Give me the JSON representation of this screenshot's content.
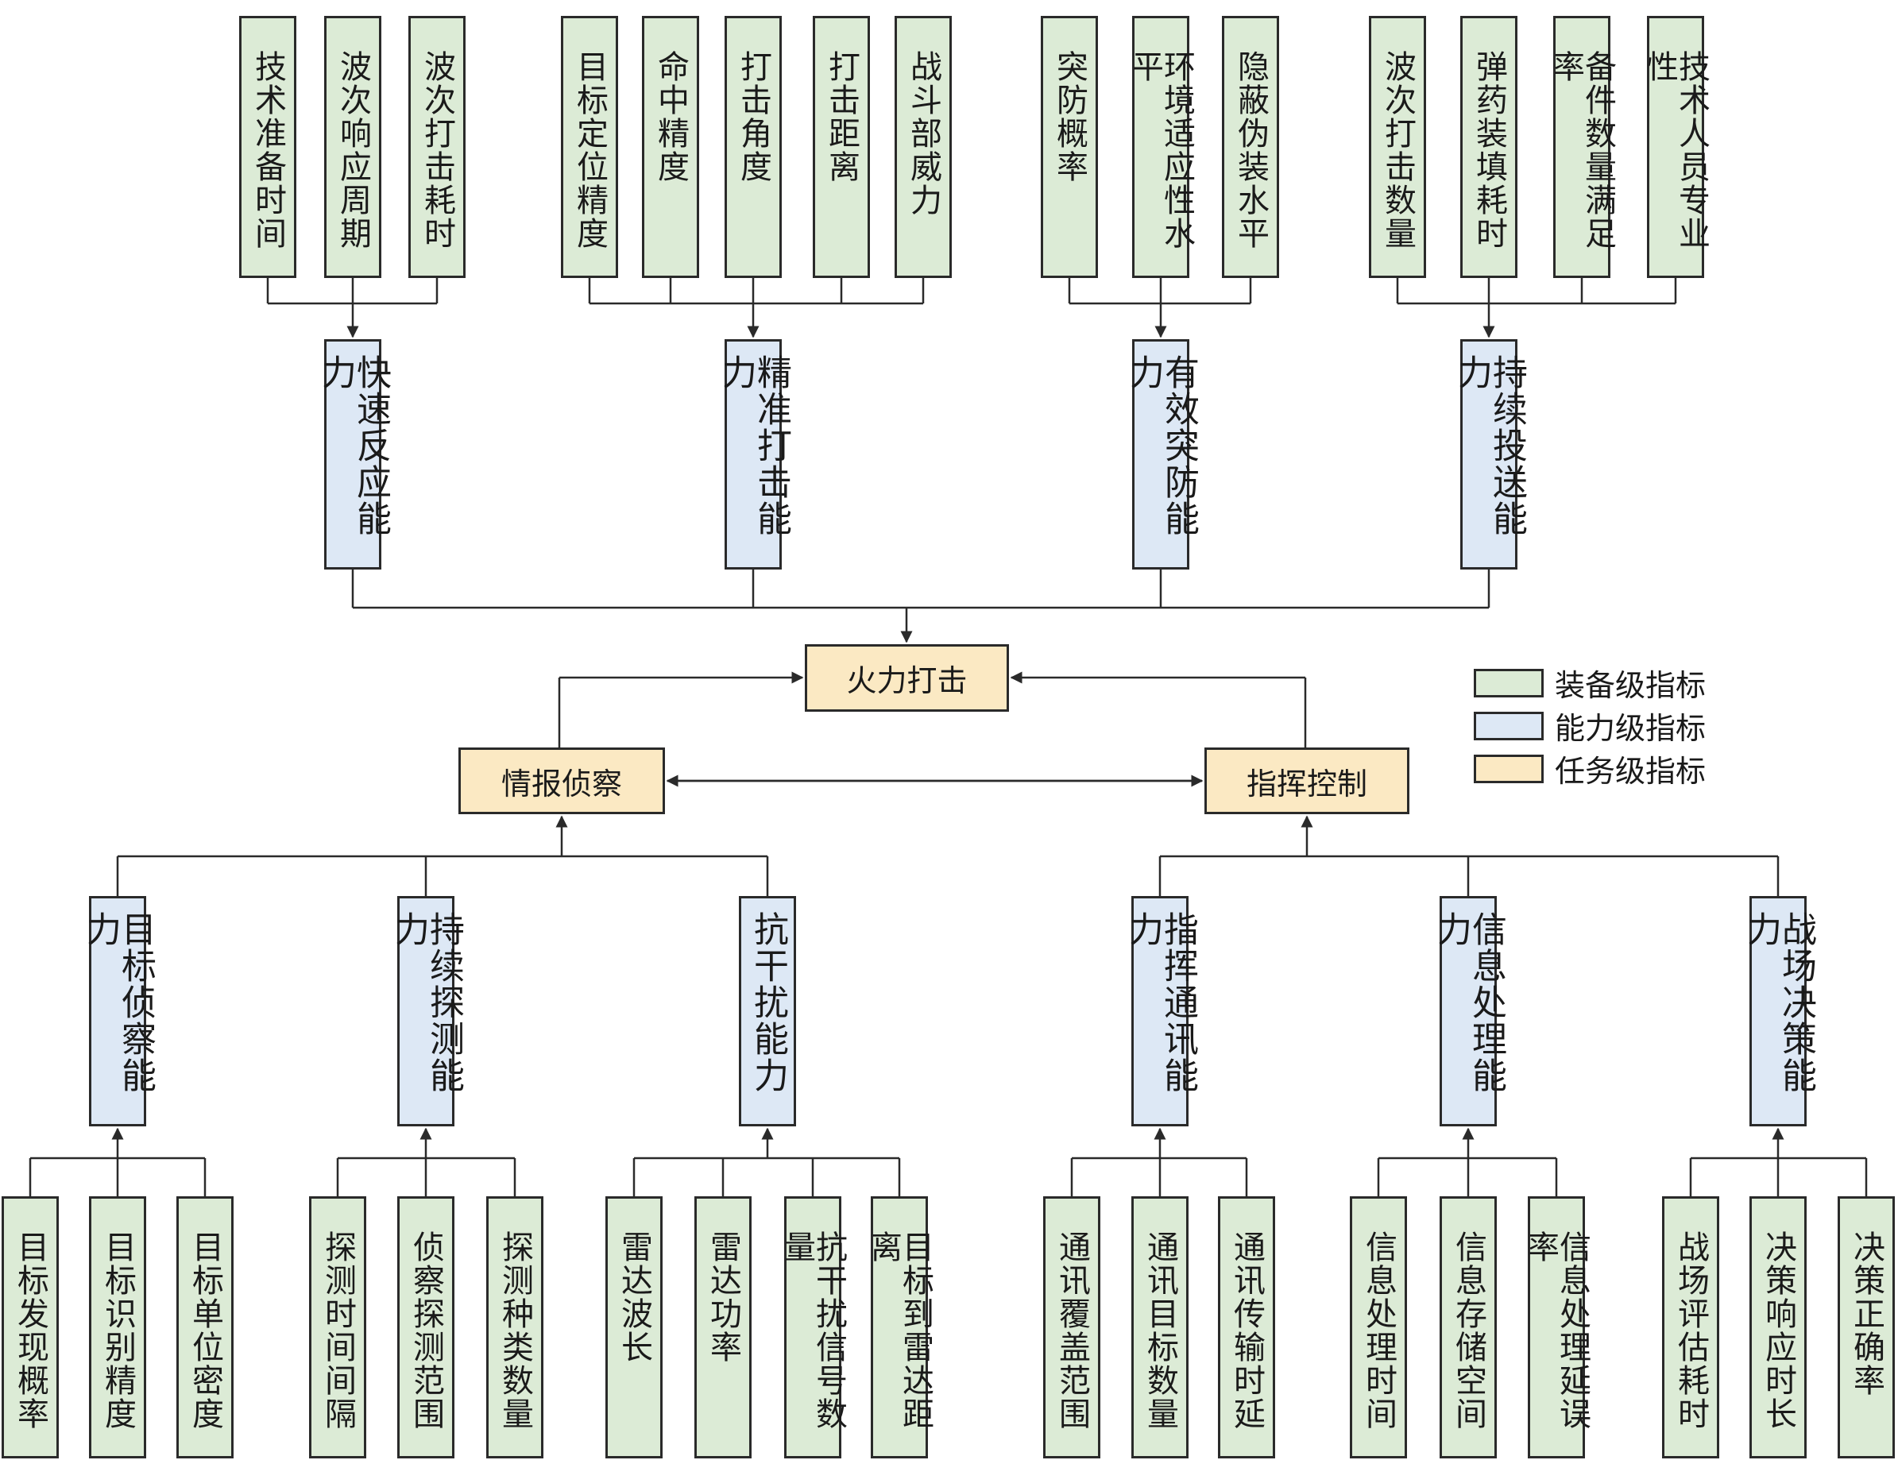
{
  "mission": {
    "firepower": "火力打击",
    "intel": "情报侦察",
    "command": "指挥控制"
  },
  "legend": {
    "equipment": {
      "label": "装备级指标",
      "color": "#dcebd6"
    },
    "capability": {
      "label": "能力级指标",
      "color": "#dde8f5"
    },
    "mission": {
      "label": "任务级指标",
      "color": "#fbe9c3"
    }
  },
  "strike_groups": [
    {
      "capability": "快速反应能力",
      "items": [
        "技术准备时间",
        "波次响应周期",
        "波次打击耗时"
      ]
    },
    {
      "capability": "精准打击能力",
      "items": [
        "目标定位精度",
        "命中精度",
        "打击角度",
        "打击距离",
        "战斗部威力"
      ]
    },
    {
      "capability": "有效突防能力",
      "items": [
        "突防概率",
        "环境适应性水平",
        "隐蔽伪装水平"
      ]
    },
    {
      "capability": "持续投送能力",
      "items": [
        "波次打击数量",
        "弹药装填耗时",
        "备件数量满足率",
        "技术人员专业性"
      ]
    }
  ],
  "intel_groups": [
    {
      "capability": "目标侦察能力",
      "items": [
        "目标发现概率",
        "目标识别精度",
        "目标单位密度"
      ]
    },
    {
      "capability": "持续探测能力",
      "items": [
        "探测时间间隔",
        "侦察探测范围",
        "探测种类数量"
      ]
    },
    {
      "capability": "抗干扰能力",
      "items": [
        "雷达波长",
        "雷达功率",
        "抗干扰信号数量",
        "目标到雷达距离"
      ]
    }
  ],
  "command_groups": [
    {
      "capability": "指挥通讯能力",
      "items": [
        "通讯覆盖范围",
        "通讯目标数量",
        "通讯传输时延"
      ]
    },
    {
      "capability": "信息处理能力",
      "items": [
        "信息处理时间",
        "信息存储空间",
        "信息处理延误率"
      ]
    },
    {
      "capability": "战场决策能力",
      "items": [
        "战场评估耗时",
        "决策响应时长",
        "决策正确率"
      ]
    }
  ]
}
